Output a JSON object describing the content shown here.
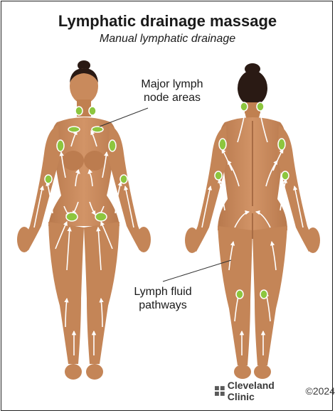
{
  "title": "Lymphatic drainage massage",
  "subtitle": "Manual lymphatic drainage",
  "labels": {
    "node_areas_line1": "Major lymph",
    "node_areas_line2": "node areas",
    "fluid_line1": "Lymph fluid",
    "fluid_line2": "pathways"
  },
  "brand": {
    "logo_icon": "cleveland-clinic-logo-icon",
    "name": "Cleveland Clinic",
    "copyright": "©2024"
  },
  "colors": {
    "skin": "#c98a5c",
    "skin_shadow": "#a86c44",
    "hair": "#2a1a14",
    "node": "#8dc63f",
    "arrow": "#ffffff",
    "text": "#1a1a1a"
  }
}
